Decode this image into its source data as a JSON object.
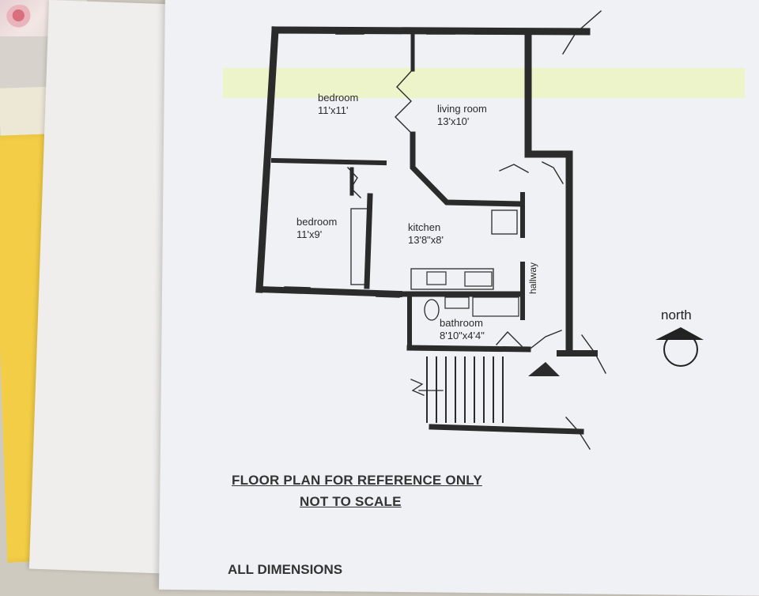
{
  "rooms": [
    {
      "name": "bedroom",
      "size": "11'x11'"
    },
    {
      "name": "living room",
      "size": "13'x10'"
    },
    {
      "name": "bedroom",
      "size": "11'x9'"
    },
    {
      "name": "kitchen",
      "size": "13'8\"x8'"
    },
    {
      "name": "bathroom",
      "size": "8'10\"x4'4\""
    }
  ],
  "hallway_label": "hallway",
  "compass": {
    "label": "north",
    "icon": "north-arrow-icon"
  },
  "notes": {
    "line1": "FLOOR PLAN FOR REFERENCE ONLY",
    "line2": "NOT TO SCALE",
    "line3_partial": "ALL DIMENSIONS"
  }
}
